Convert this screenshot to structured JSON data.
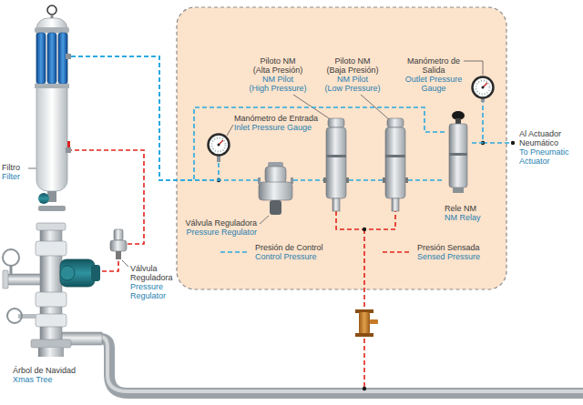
{
  "diagram": {
    "nodes": [
      {
        "text": [
          "Filtro",
          "Filter"
        ]
      },
      {
        "text": [
          "Árbol de Navidad",
          "Xmas Tree"
        ]
      },
      {
        "text": [
          "Válvula Reguladora",
          "Pressure Regulator"
        ]
      },
      {
        "text": [
          "Manómetro de Entrada",
          "Inlet Pressure Gauge"
        ]
      },
      {
        "text": [
          "Válvula Reguladora",
          "Pressure Regulator"
        ]
      },
      {
        "text": [
          "Piloto NM (Alta Presión)",
          "NM Pilot (High Pressure)"
        ]
      },
      {
        "text": [
          "Piloto NM (Baja Presión)",
          "NM Pilot (Low Pressure)"
        ]
      },
      {
        "text": [
          "Manómetro de Salida",
          "Outlet Pressure Gauge"
        ]
      },
      {
        "text": [
          "Rele NM",
          "NM Relay"
        ]
      }
    ],
    "edges": [
      {
        "from": 1,
        "to": 2,
        "arrow": "none"
      },
      {
        "from": 2,
        "to": 0,
        "arrow": "none"
      },
      {
        "from": 0,
        "to": 3,
        "arrow": "none"
      },
      {
        "from": 0,
        "to": 4,
        "arrow": "none"
      },
      {
        "from": 0,
        "to": 8,
        "arrow": "none"
      },
      {
        "from": 4,
        "to": 5,
        "arrow": "none"
      },
      {
        "from": 5,
        "to": 6,
        "arrow": "none"
      },
      {
        "from": 6,
        "to": 8,
        "arrow": "none"
      },
      {
        "from": 8,
        "to": 7,
        "arrow": "none"
      }
    ],
    "labels": [
      "Al Actuador Neumático",
      "To Pneumatic Actuator"
    ],
    "legend": [
      {
        "text": "Presión de Control"
      },
      {
        "text": "Control Pressure"
      },
      {
        "text": "Presión Sensada"
      },
      {
        "text": "Sensed Pressure"
      }
    ]
  }
}
